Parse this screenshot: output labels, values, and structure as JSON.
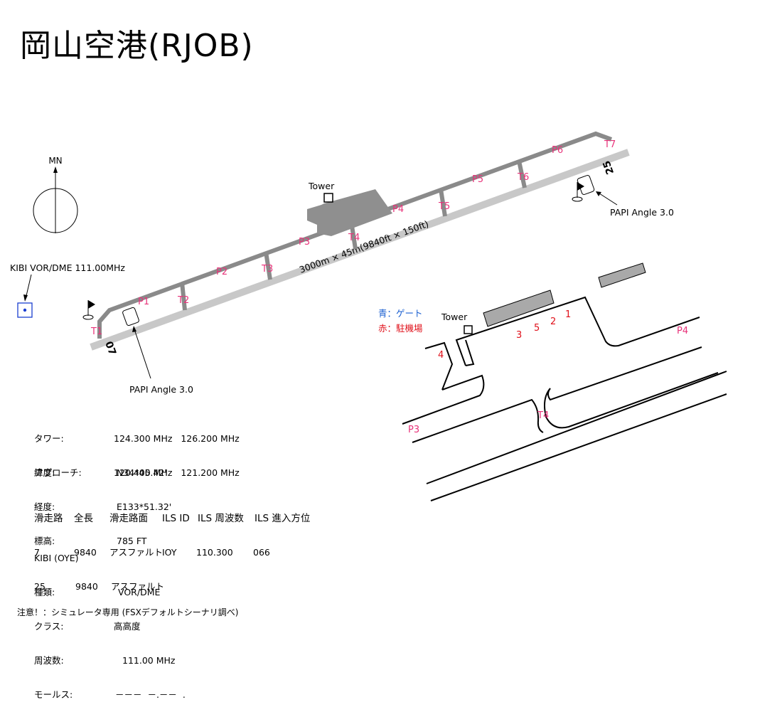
{
  "title": "岡山空港(RJOB)",
  "north_label": "MN",
  "vor": {
    "label": "KIBI VOR/DME 111.00MHz",
    "color": "#1a3fd0"
  },
  "runway": {
    "dimensions": "3000m × 45m(9840ft × 150ft)",
    "end_west": "07",
    "end_east": "25"
  },
  "tower_label": "Tower",
  "papi_west": "PAPI Angle 3.0",
  "papi_east": "PAPI Angle 3.0",
  "overview_labels": {
    "T1": "T1",
    "T2": "T2",
    "T3": "T3",
    "T4": "T4",
    "T5": "T5",
    "T6": "T6",
    "T7": "T7",
    "P1": "P1",
    "P2": "P2",
    "P3": "P3",
    "P4": "P4",
    "P5": "P5",
    "P6": "P6"
  },
  "legend": {
    "blue_text": "青：ゲート",
    "red_text": "赤：駐機場",
    "blue_color": "#1a5fd0",
    "red_color": "#e0101a"
  },
  "apron_detail": {
    "tower_label": "Tower",
    "spots": {
      "s1": "1",
      "s2": "2",
      "s3": "3",
      "s4": "4",
      "s5": "5"
    },
    "taxi_labels": {
      "P3": "P3",
      "P4": "P4",
      "T4": "T4"
    }
  },
  "frequencies": [
    {
      "label": "タワー:",
      "values": "124.300 MHz   126.200 MHz"
    },
    {
      "label": "アプローチ:",
      "values": "120.400 MHz   121.200 MHz"
    }
  ],
  "position": [
    {
      "label": "緯度:",
      "value": "N34*45.42'"
    },
    {
      "label": "経度:",
      "value": "E133*51.32'"
    },
    {
      "label": "標高:",
      "value": "785 FT"
    }
  ],
  "runway_table": {
    "headers": [
      "滑走路",
      "全長",
      "滑走路面",
      "ILS ID",
      "ILS 周波数",
      "ILS 進入方位"
    ],
    "rows": [
      [
        "7",
        "9840",
        "アスファルト",
        "IOY",
        "110.300",
        "066"
      ],
      [
        "25",
        "9840",
        "アスファルト",
        "",
        "",
        ""
      ]
    ]
  },
  "navaid": {
    "name": "KIBI (OYE)",
    "rows": [
      {
        "label": "種類:",
        "value": "VOR/DME"
      },
      {
        "label": "クラス:",
        "value": "高高度"
      },
      {
        "label": "周波数:",
        "value": "111.00 MHz"
      },
      {
        "label": "モールス:",
        "value": "－－－  －.－－  ."
      }
    ]
  },
  "note": "注意！：シミュレータ専用 (FSXデフォルトシーナリ調べ)"
}
